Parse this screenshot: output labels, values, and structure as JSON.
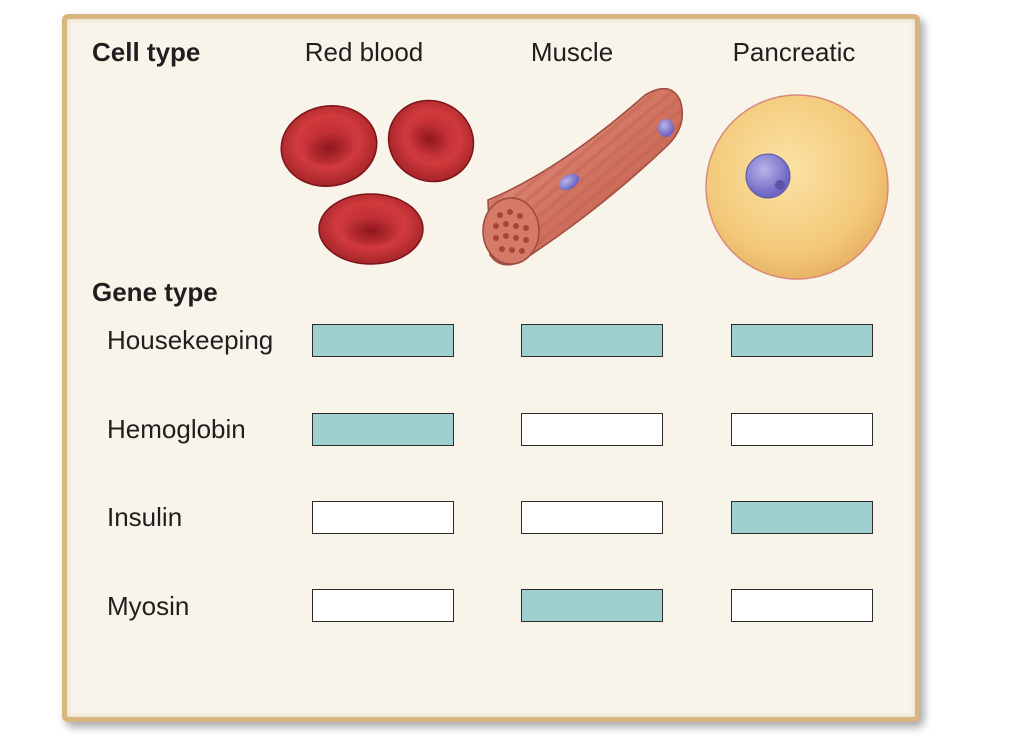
{
  "cell_type_heading": "Cell type",
  "gene_type_heading": "Gene type",
  "cell_types": [
    {
      "label": "Red blood"
    },
    {
      "label": "Muscle"
    },
    {
      "label": "Pancreatic"
    }
  ],
  "genes": [
    {
      "label": "Housekeeping",
      "expressed": [
        true,
        true,
        true
      ]
    },
    {
      "label": "Hemoglobin",
      "expressed": [
        true,
        false,
        false
      ]
    },
    {
      "label": "Insulin",
      "expressed": [
        false,
        false,
        true
      ]
    },
    {
      "label": "Myosin",
      "expressed": [
        false,
        true,
        false
      ]
    }
  ],
  "colors": {
    "expressed_fill": "#9fcfcf",
    "not_expressed_fill": "#ffffff",
    "panel_fill": "#f9f4ea",
    "panel_border": "#d9b57e"
  }
}
